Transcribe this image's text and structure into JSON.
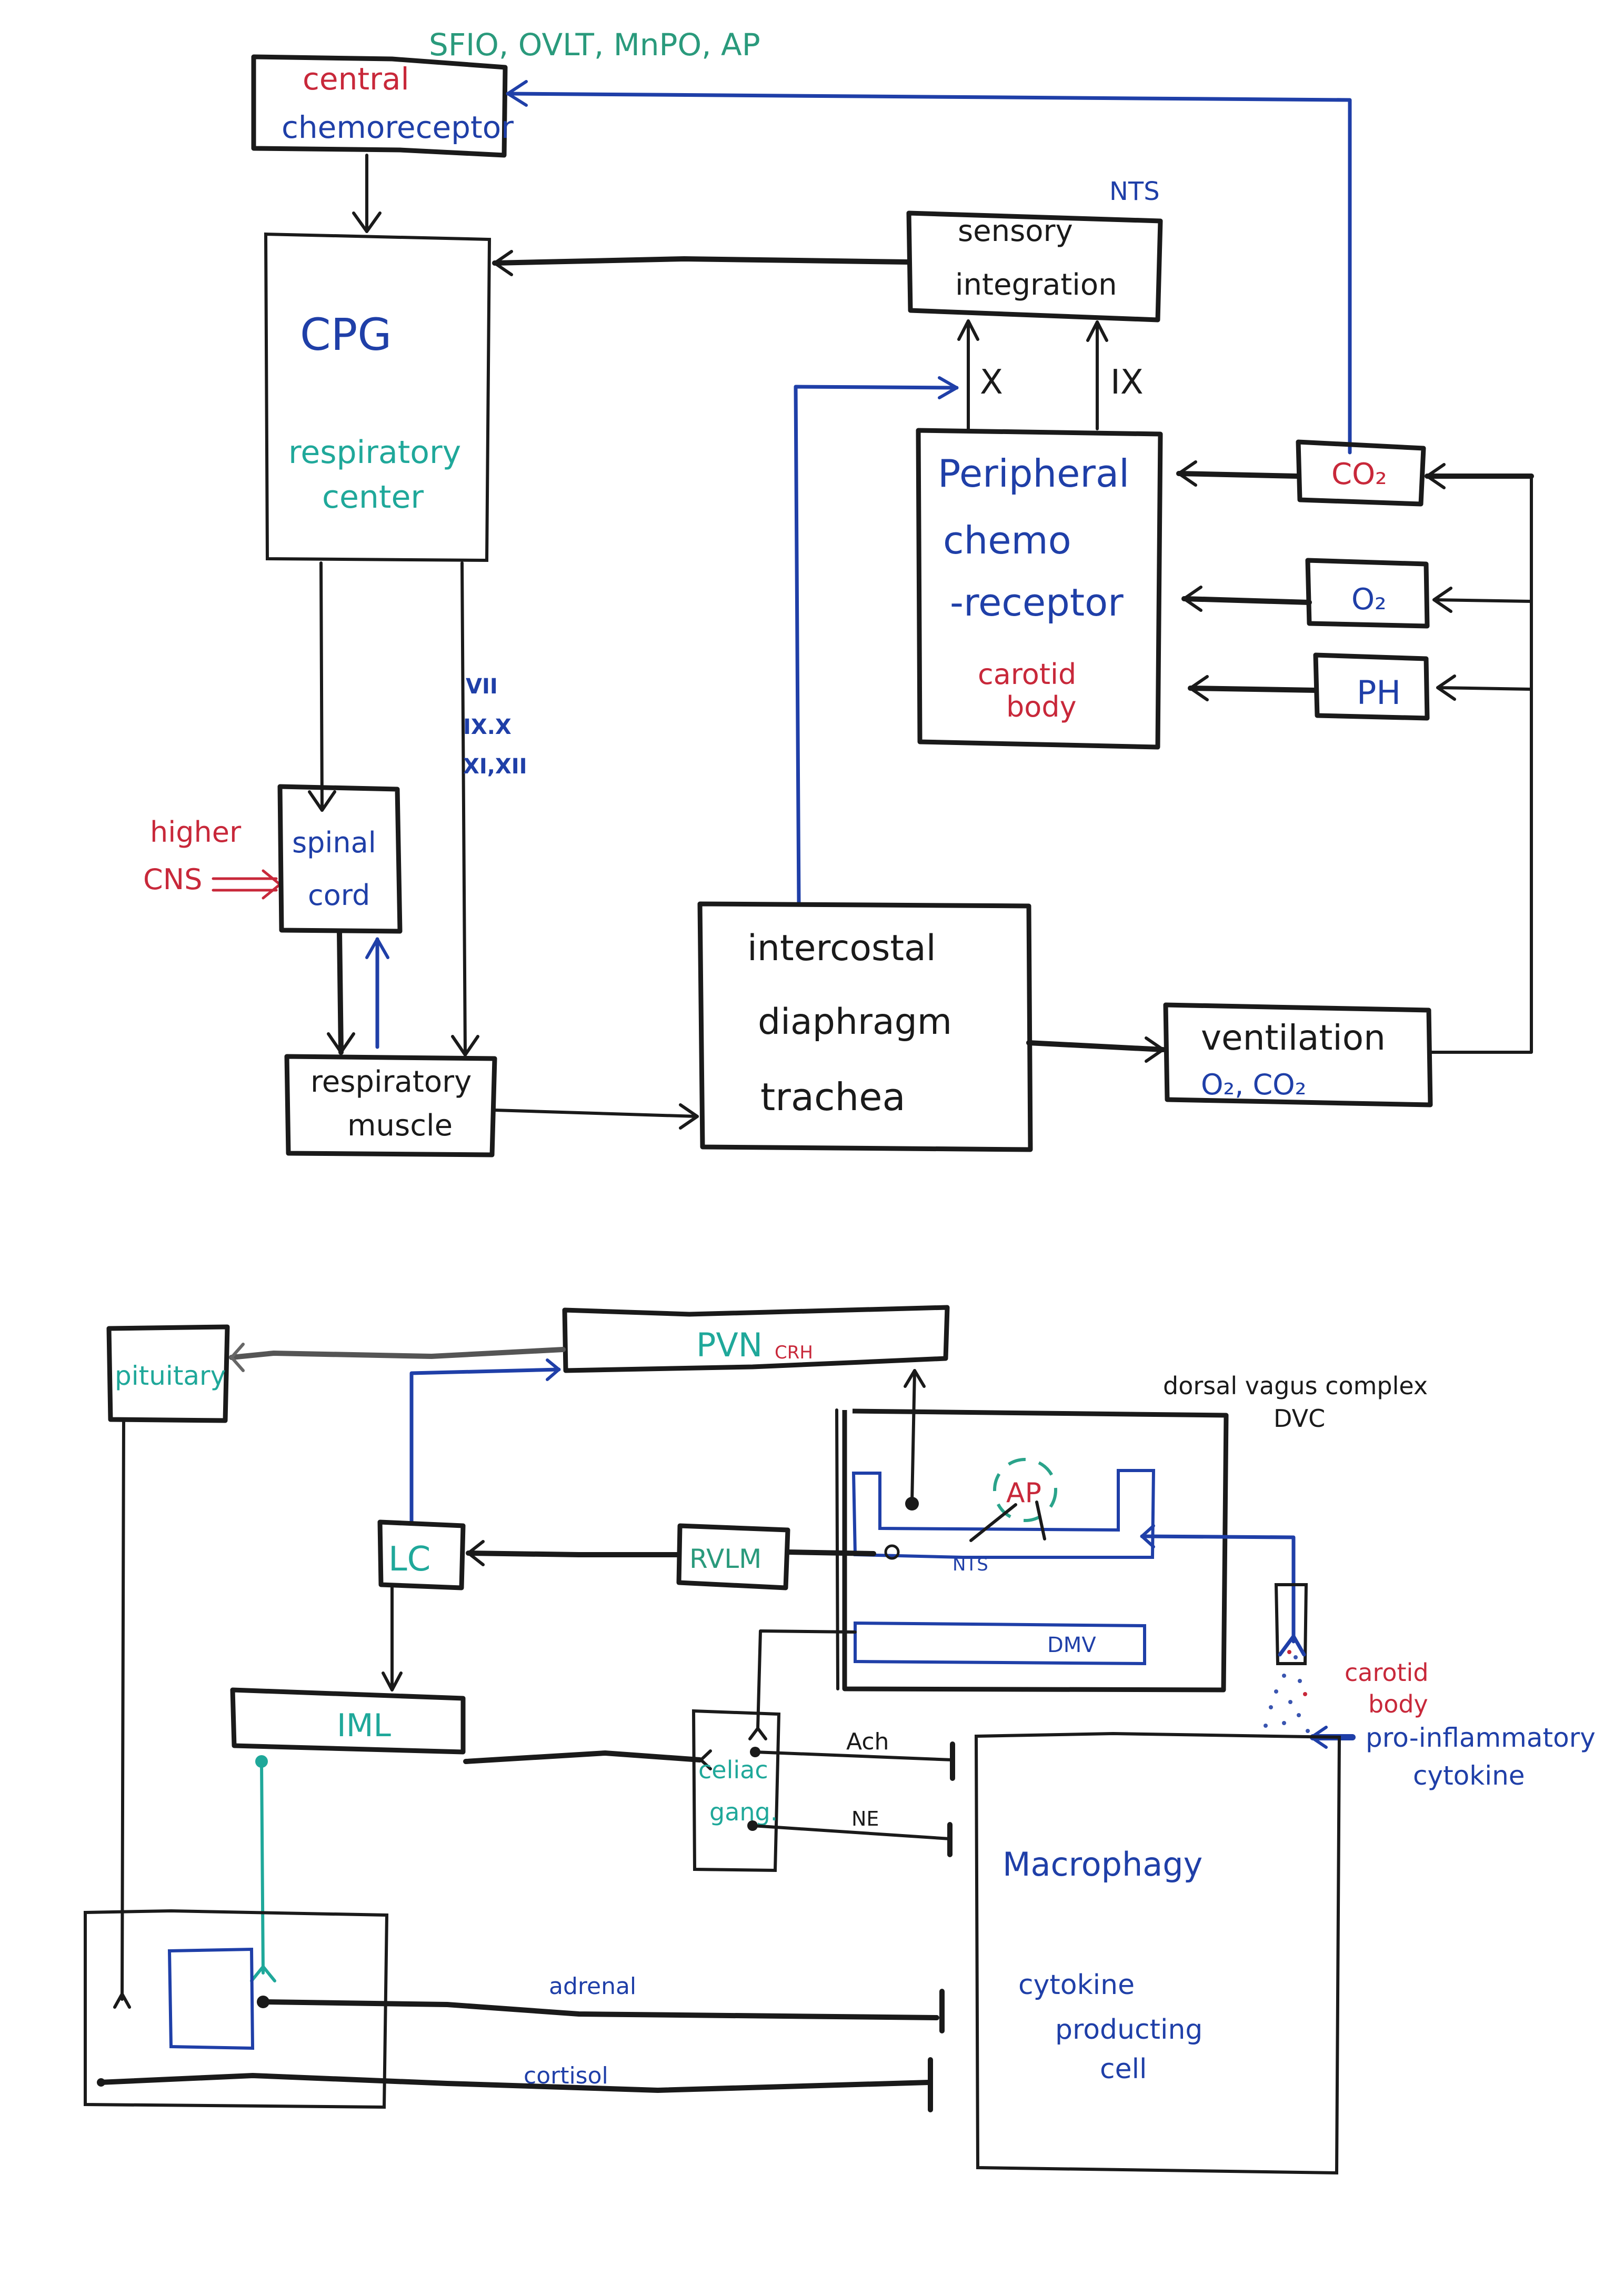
{
  "colors": {
    "ink": "#1a1a1a",
    "blue": "#1f3fa8",
    "teal": "#1fa89a",
    "red": "#c8283a"
  },
  "respiration_diagram": {
    "central_chemoreceptor": {
      "line1": "central",
      "line2": "chemoreceptor",
      "sites_label": "SFIO, OVLT, MnPO, AP"
    },
    "cpg": {
      "title": "CPG",
      "subtitle_line1": "respiratory",
      "subtitle_line2": "center"
    },
    "sensory_integration": {
      "line1": "sensory",
      "line2": "integration",
      "region_label": "NTS"
    },
    "cranial_nerve_inputs": {
      "vagus": "X",
      "glossopharyngeal": "IX"
    },
    "peripheral_chemoreceptor": {
      "line1": "Peripheral",
      "line2": "chemo",
      "line3": "-receptor",
      "sublabel_line1": "carotid",
      "sublabel_line2": "body"
    },
    "stimuli": {
      "co2": "CO₂",
      "o2": "O₂",
      "ph": "PH"
    },
    "cranial_nerves_to_muscle": {
      "line1": "VII",
      "line2": "IX.X",
      "line3": "XI,XII"
    },
    "higher_cns": {
      "line1": "higher",
      "line2": "CNS"
    },
    "spinal_cord": {
      "line1": "spinal",
      "line2": "cord"
    },
    "respiratory_muscle": {
      "line1": "respiratory",
      "line2": "muscle"
    },
    "effectors": {
      "line1": "intercostal",
      "line2": "diaphragm",
      "line3": "trachea"
    },
    "ventilation": {
      "line1": "ventilation",
      "line2": "O₂, CO₂"
    }
  },
  "immune_diagram": {
    "pituitary": "pituitary",
    "pvn": {
      "label": "PVN",
      "hormone": "CRH"
    },
    "dvc": {
      "title": "dorsal vagus complex",
      "abbrev": "DVC",
      "ap": "AP",
      "nts": "NTS",
      "dmv": "DMV"
    },
    "lc": "LC",
    "rvlm": "RVLM",
    "iml": "IML",
    "celiac_ganglion": {
      "line1": "celiac",
      "line2": "gang."
    },
    "transmitters": {
      "ach": "Ach",
      "ne": "NE"
    },
    "carotid_body": {
      "line1": "carotid",
      "line2": "body"
    },
    "pro_inflammatory": {
      "line1": "pro-inflammatory",
      "line2": "cytokine"
    },
    "macrophage": {
      "title": "Macrophagy",
      "line1": "cytokine",
      "line2": "producting",
      "line3": "cell"
    },
    "adrenal_label": "adrenal",
    "cortisol_label": "cortisol"
  }
}
